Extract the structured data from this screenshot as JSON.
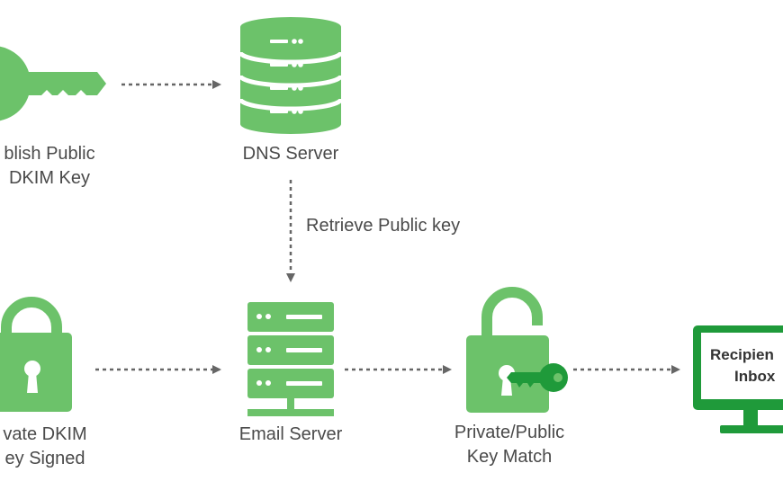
{
  "labels": {
    "publish_key": [
      "blish Public",
      "DKIM Key"
    ],
    "dns_server": "DNS Server",
    "retrieve_public_key": "Retrieve Public key",
    "private_signed": [
      "vate DKIM",
      "ey Signed"
    ],
    "email_server": "Email Server",
    "key_match": [
      "Private/Public",
      "Key Match"
    ],
    "recipient_inbox": [
      "Recipien",
      "Inbox"
    ]
  },
  "icons": [
    "key-icon",
    "database-icon",
    "padlock-icon",
    "server-rack-icon",
    "open-padlock-key-icon",
    "monitor-icon"
  ],
  "colors": {
    "light_green": "#6cc26a",
    "dark_green": "#1f9a3a",
    "arrow_gray": "#666666",
    "text": "#4a4a4a"
  }
}
